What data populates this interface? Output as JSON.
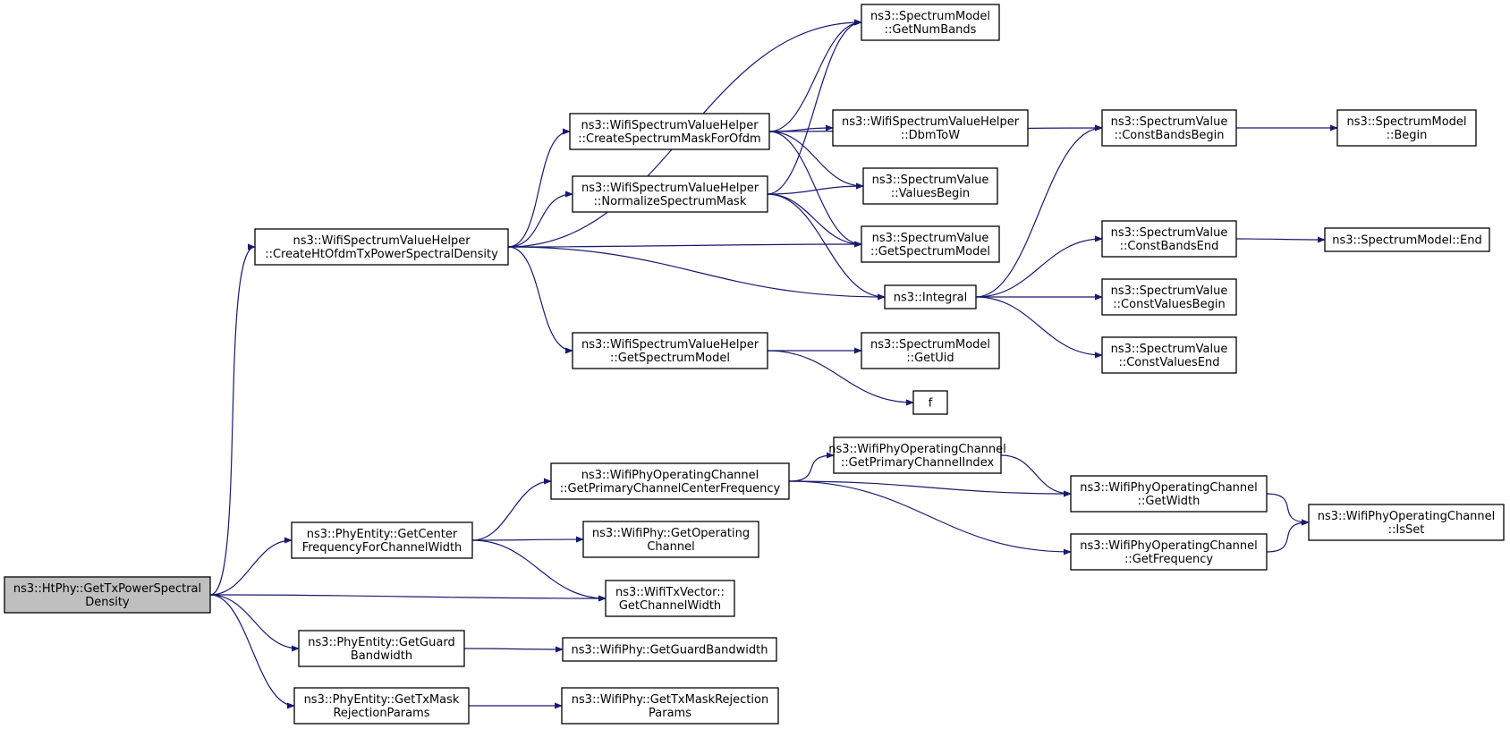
{
  "colors": {
    "edge": "#191970",
    "node_fill": "#ffffff",
    "root_fill": "#bfbfbf",
    "node_border": "#000000"
  },
  "nodes": [
    {
      "id": "root",
      "lines": [
        "ns3::HtPhy::GetTxPowerSpectral",
        "Density"
      ],
      "highlight": true
    },
    {
      "id": "create_ht",
      "lines": [
        "ns3::WifiSpectrumValueHelper",
        "::CreateHtOfdmTxPowerSpectralDensity"
      ]
    },
    {
      "id": "get_center",
      "lines": [
        "ns3::PhyEntity::GetCenter",
        "FrequencyForChannelWidth"
      ]
    },
    {
      "id": "get_guard",
      "lines": [
        "ns3::PhyEntity::GetGuard",
        "Bandwidth"
      ]
    },
    {
      "id": "get_txmask",
      "lines": [
        "ns3::PhyEntity::GetTxMask",
        "RejectionParams"
      ]
    },
    {
      "id": "get_chwidth",
      "lines": [
        "ns3::WifiTxVector::",
        "GetChannelWidth"
      ]
    },
    {
      "id": "create_mask",
      "lines": [
        "ns3::WifiSpectrumValueHelper",
        "::CreateSpectrumMaskForOfdm"
      ]
    },
    {
      "id": "normalize",
      "lines": [
        "ns3::WifiSpectrumValueHelper",
        "::NormalizeSpectrumMask"
      ]
    },
    {
      "id": "helper_getmodel",
      "lines": [
        "ns3::WifiSpectrumValueHelper",
        "::GetSpectrumModel"
      ]
    },
    {
      "id": "num_bands",
      "lines": [
        "ns3::SpectrumModel",
        "::GetNumBands"
      ]
    },
    {
      "id": "dbm_tow",
      "lines": [
        "ns3::WifiSpectrumValueHelper",
        "::DbmToW"
      ]
    },
    {
      "id": "values_begin",
      "lines": [
        "ns3::SpectrumValue",
        "::ValuesBegin"
      ]
    },
    {
      "id": "sv_getmodel",
      "lines": [
        "ns3::SpectrumValue",
        "::GetSpectrumModel"
      ]
    },
    {
      "id": "integral",
      "lines": [
        "ns3::Integral"
      ]
    },
    {
      "id": "get_uid",
      "lines": [
        "ns3::SpectrumModel",
        "::GetUid"
      ]
    },
    {
      "id": "f",
      "lines": [
        "f"
      ]
    },
    {
      "id": "const_bands_begin",
      "lines": [
        "ns3::SpectrumValue",
        "::ConstBandsBegin"
      ]
    },
    {
      "id": "const_bands_end",
      "lines": [
        "ns3::SpectrumValue",
        "::ConstBandsEnd"
      ]
    },
    {
      "id": "const_values_begin",
      "lines": [
        "ns3::SpectrumValue",
        "::ConstValuesBegin"
      ]
    },
    {
      "id": "const_values_end",
      "lines": [
        "ns3::SpectrumValue",
        "::ConstValuesEnd"
      ]
    },
    {
      "id": "sm_begin",
      "lines": [
        "ns3::SpectrumModel",
        "::Begin"
      ]
    },
    {
      "id": "sm_end",
      "lines": [
        "ns3::SpectrumModel::End"
      ]
    },
    {
      "id": "primary_center",
      "lines": [
        "ns3::WifiPhyOperatingChannel",
        "::GetPrimaryChannelCenterFrequency"
      ]
    },
    {
      "id": "get_operating",
      "lines": [
        "ns3::WifiPhy::GetOperating",
        "Channel"
      ]
    },
    {
      "id": "primary_index",
      "lines": [
        "ns3::WifiPhyOperatingChannel",
        "::GetPrimaryChannelIndex"
      ]
    },
    {
      "id": "op_width",
      "lines": [
        "ns3::WifiPhyOperatingChannel",
        "::GetWidth"
      ]
    },
    {
      "id": "op_frequency",
      "lines": [
        "ns3::WifiPhyOperatingChannel",
        "::GetFrequency"
      ]
    },
    {
      "id": "is_set",
      "lines": [
        "ns3::WifiPhyOperatingChannel",
        "::IsSet"
      ]
    },
    {
      "id": "guard_bw",
      "lines": [
        "ns3::WifiPhy::GetGuardBandwidth"
      ]
    },
    {
      "id": "txmask_params",
      "lines": [
        "ns3::WifiPhy::GetTxMaskRejection",
        "Params"
      ]
    }
  ],
  "edges": [
    [
      "root",
      "create_ht"
    ],
    [
      "root",
      "get_center"
    ],
    [
      "root",
      "get_chwidth"
    ],
    [
      "root",
      "get_guard"
    ],
    [
      "root",
      "get_txmask"
    ],
    [
      "create_ht",
      "num_bands"
    ],
    [
      "create_ht",
      "create_mask"
    ],
    [
      "create_ht",
      "normalize"
    ],
    [
      "create_ht",
      "sv_getmodel"
    ],
    [
      "create_ht",
      "integral"
    ],
    [
      "create_ht",
      "helper_getmodel"
    ],
    [
      "create_mask",
      "num_bands"
    ],
    [
      "create_mask",
      "const_bands_begin"
    ],
    [
      "create_mask",
      "dbm_tow"
    ],
    [
      "create_mask",
      "values_begin"
    ],
    [
      "create_mask",
      "sv_getmodel"
    ],
    [
      "normalize",
      "num_bands"
    ],
    [
      "normalize",
      "values_begin"
    ],
    [
      "normalize",
      "sv_getmodel"
    ],
    [
      "normalize",
      "integral"
    ],
    [
      "helper_getmodel",
      "get_uid"
    ],
    [
      "helper_getmodel",
      "f"
    ],
    [
      "integral",
      "const_bands_begin"
    ],
    [
      "integral",
      "const_bands_end"
    ],
    [
      "integral",
      "const_values_begin"
    ],
    [
      "integral",
      "const_values_end"
    ],
    [
      "const_bands_begin",
      "sm_begin"
    ],
    [
      "const_bands_end",
      "sm_end"
    ],
    [
      "get_center",
      "primary_center"
    ],
    [
      "get_center",
      "get_operating"
    ],
    [
      "get_center",
      "get_chwidth"
    ],
    [
      "primary_center",
      "primary_index"
    ],
    [
      "primary_center",
      "op_width"
    ],
    [
      "primary_center",
      "op_frequency"
    ],
    [
      "primary_index",
      "op_width"
    ],
    [
      "op_width",
      "is_set"
    ],
    [
      "op_frequency",
      "is_set"
    ],
    [
      "get_guard",
      "guard_bw"
    ],
    [
      "get_txmask",
      "txmask_params"
    ]
  ]
}
